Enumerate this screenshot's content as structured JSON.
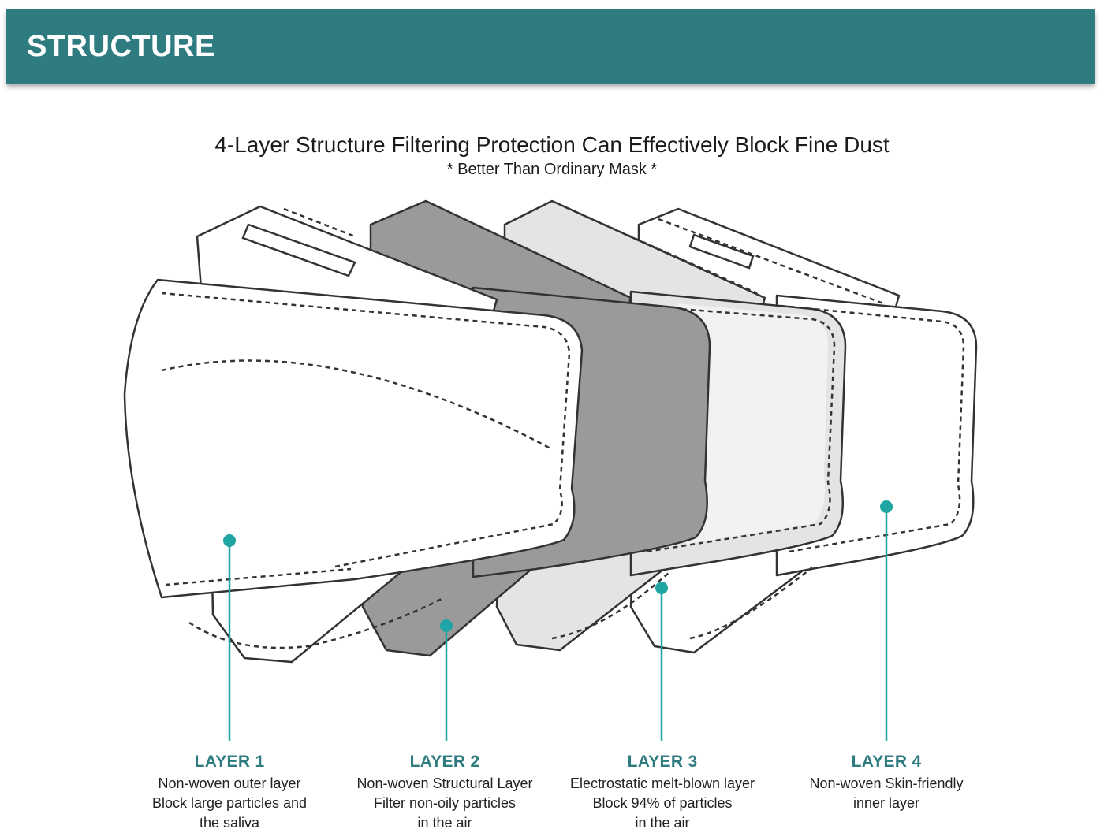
{
  "header": {
    "title": "STRUCTURE"
  },
  "headline": "4-Layer Structure Filtering Protection Can Effectively Block Fine Dust",
  "subheadline": "* Better Than Ordinary Mask *",
  "colors": {
    "banner": "#2e7b80",
    "accent": "#2e7b80",
    "dot": "#1fa5a3",
    "layer1_fill": "#ffffff",
    "layer2_fill": "#9a9a9a",
    "layer3_fill": "#e4e4e4",
    "layer4_fill": "#ffffff"
  },
  "layers": [
    {
      "name": "LAYER 1",
      "lines": [
        "Non-woven outer layer",
        "Block large particles and",
        "the saliva"
      ]
    },
    {
      "name": "LAYER 2",
      "lines": [
        "Non-woven Structural Layer",
        "Filter non-oily particles",
        "in the air"
      ]
    },
    {
      "name": "LAYER 3",
      "lines": [
        "Electrostatic melt-blown layer",
        "Block 94% of particles",
        "in the air"
      ]
    },
    {
      "name": "LAYER 4",
      "lines": [
        "Non-woven Skin-friendly",
        "inner layer"
      ]
    }
  ]
}
